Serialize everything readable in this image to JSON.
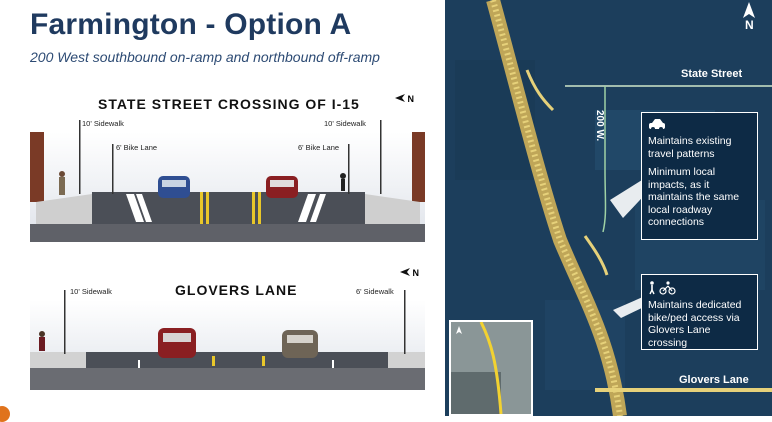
{
  "header": {
    "title": "Farmington - Option A",
    "subtitle": "200 West southbound on-ramp and northbound off-ramp"
  },
  "state_section": {
    "title": "STATE STREET CROSSING OF I-15",
    "north": "N",
    "sidewalk_left": "10' Sidewalk",
    "sidewalk_right": "10' Sidewalk",
    "bike_left": "6' Bike Lane",
    "bike_right": "6' Bike Lane"
  },
  "glovers_section": {
    "title": "GLOVERS LANE",
    "north": "N",
    "sidewalk_left": "10' Sidewalk",
    "sidewalk_right": "6' Sidewalk"
  },
  "map": {
    "north": "N",
    "state_street": "State Street",
    "road_200w": "200 W.",
    "glovers_lane": "Glovers Lane",
    "callout1": {
      "icon": "car-icon",
      "p1": "Maintains existing travel patterns",
      "p2": "Minimum local impacts, as it maintains the same local roadway connections"
    },
    "callout2": {
      "icon": "pedestrian-bike-icon",
      "p1": "Maintains dedicated bike/ped access via Glovers Lane crossing"
    }
  },
  "colors": {
    "title": "#1f3a5f",
    "map_bg": "#1c3e5c",
    "callout_bg": "#0d2a45",
    "road": "#4b4f57",
    "lane_yellow": "#e9c72a",
    "alignment": "#e6d17a"
  }
}
